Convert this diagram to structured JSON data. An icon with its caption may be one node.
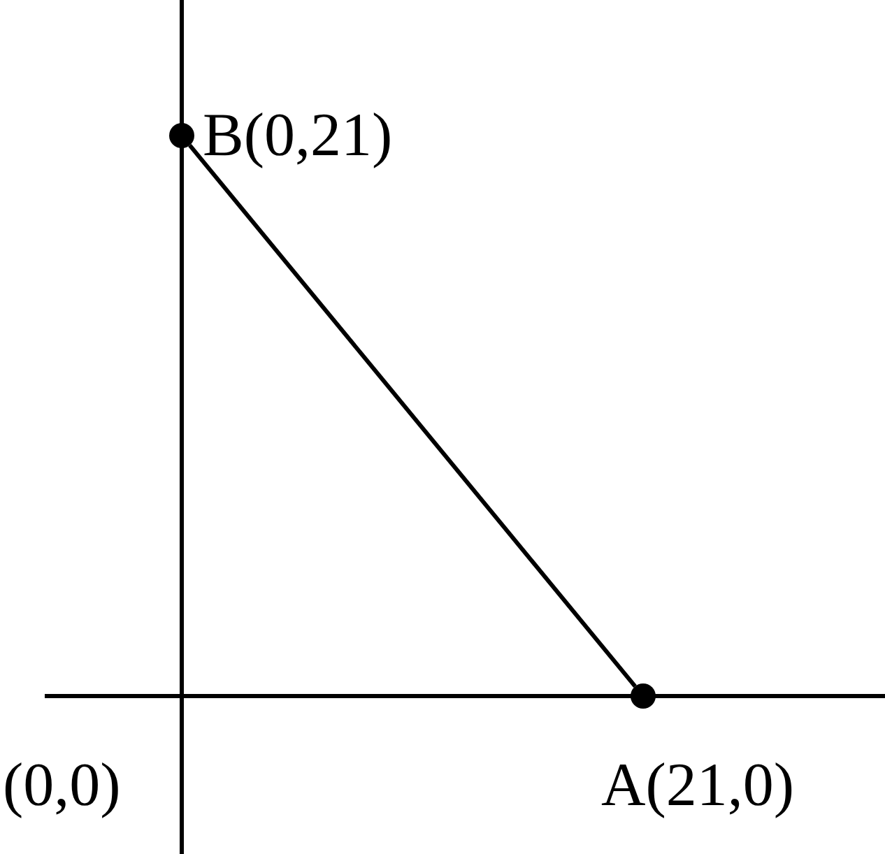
{
  "diagram": {
    "nodes": [
      {
        "text": [],
        "shape": "circle",
        "beside": [
          "B(0,21)"
        ]
      },
      {
        "text": [],
        "shape": "circle",
        "beside": [
          "A(21,0)"
        ]
      }
    ],
    "edges": [
      {
        "from": 0,
        "to": 1,
        "arrow": "none"
      }
    ],
    "labels": [
      "(0,0)"
    ]
  }
}
